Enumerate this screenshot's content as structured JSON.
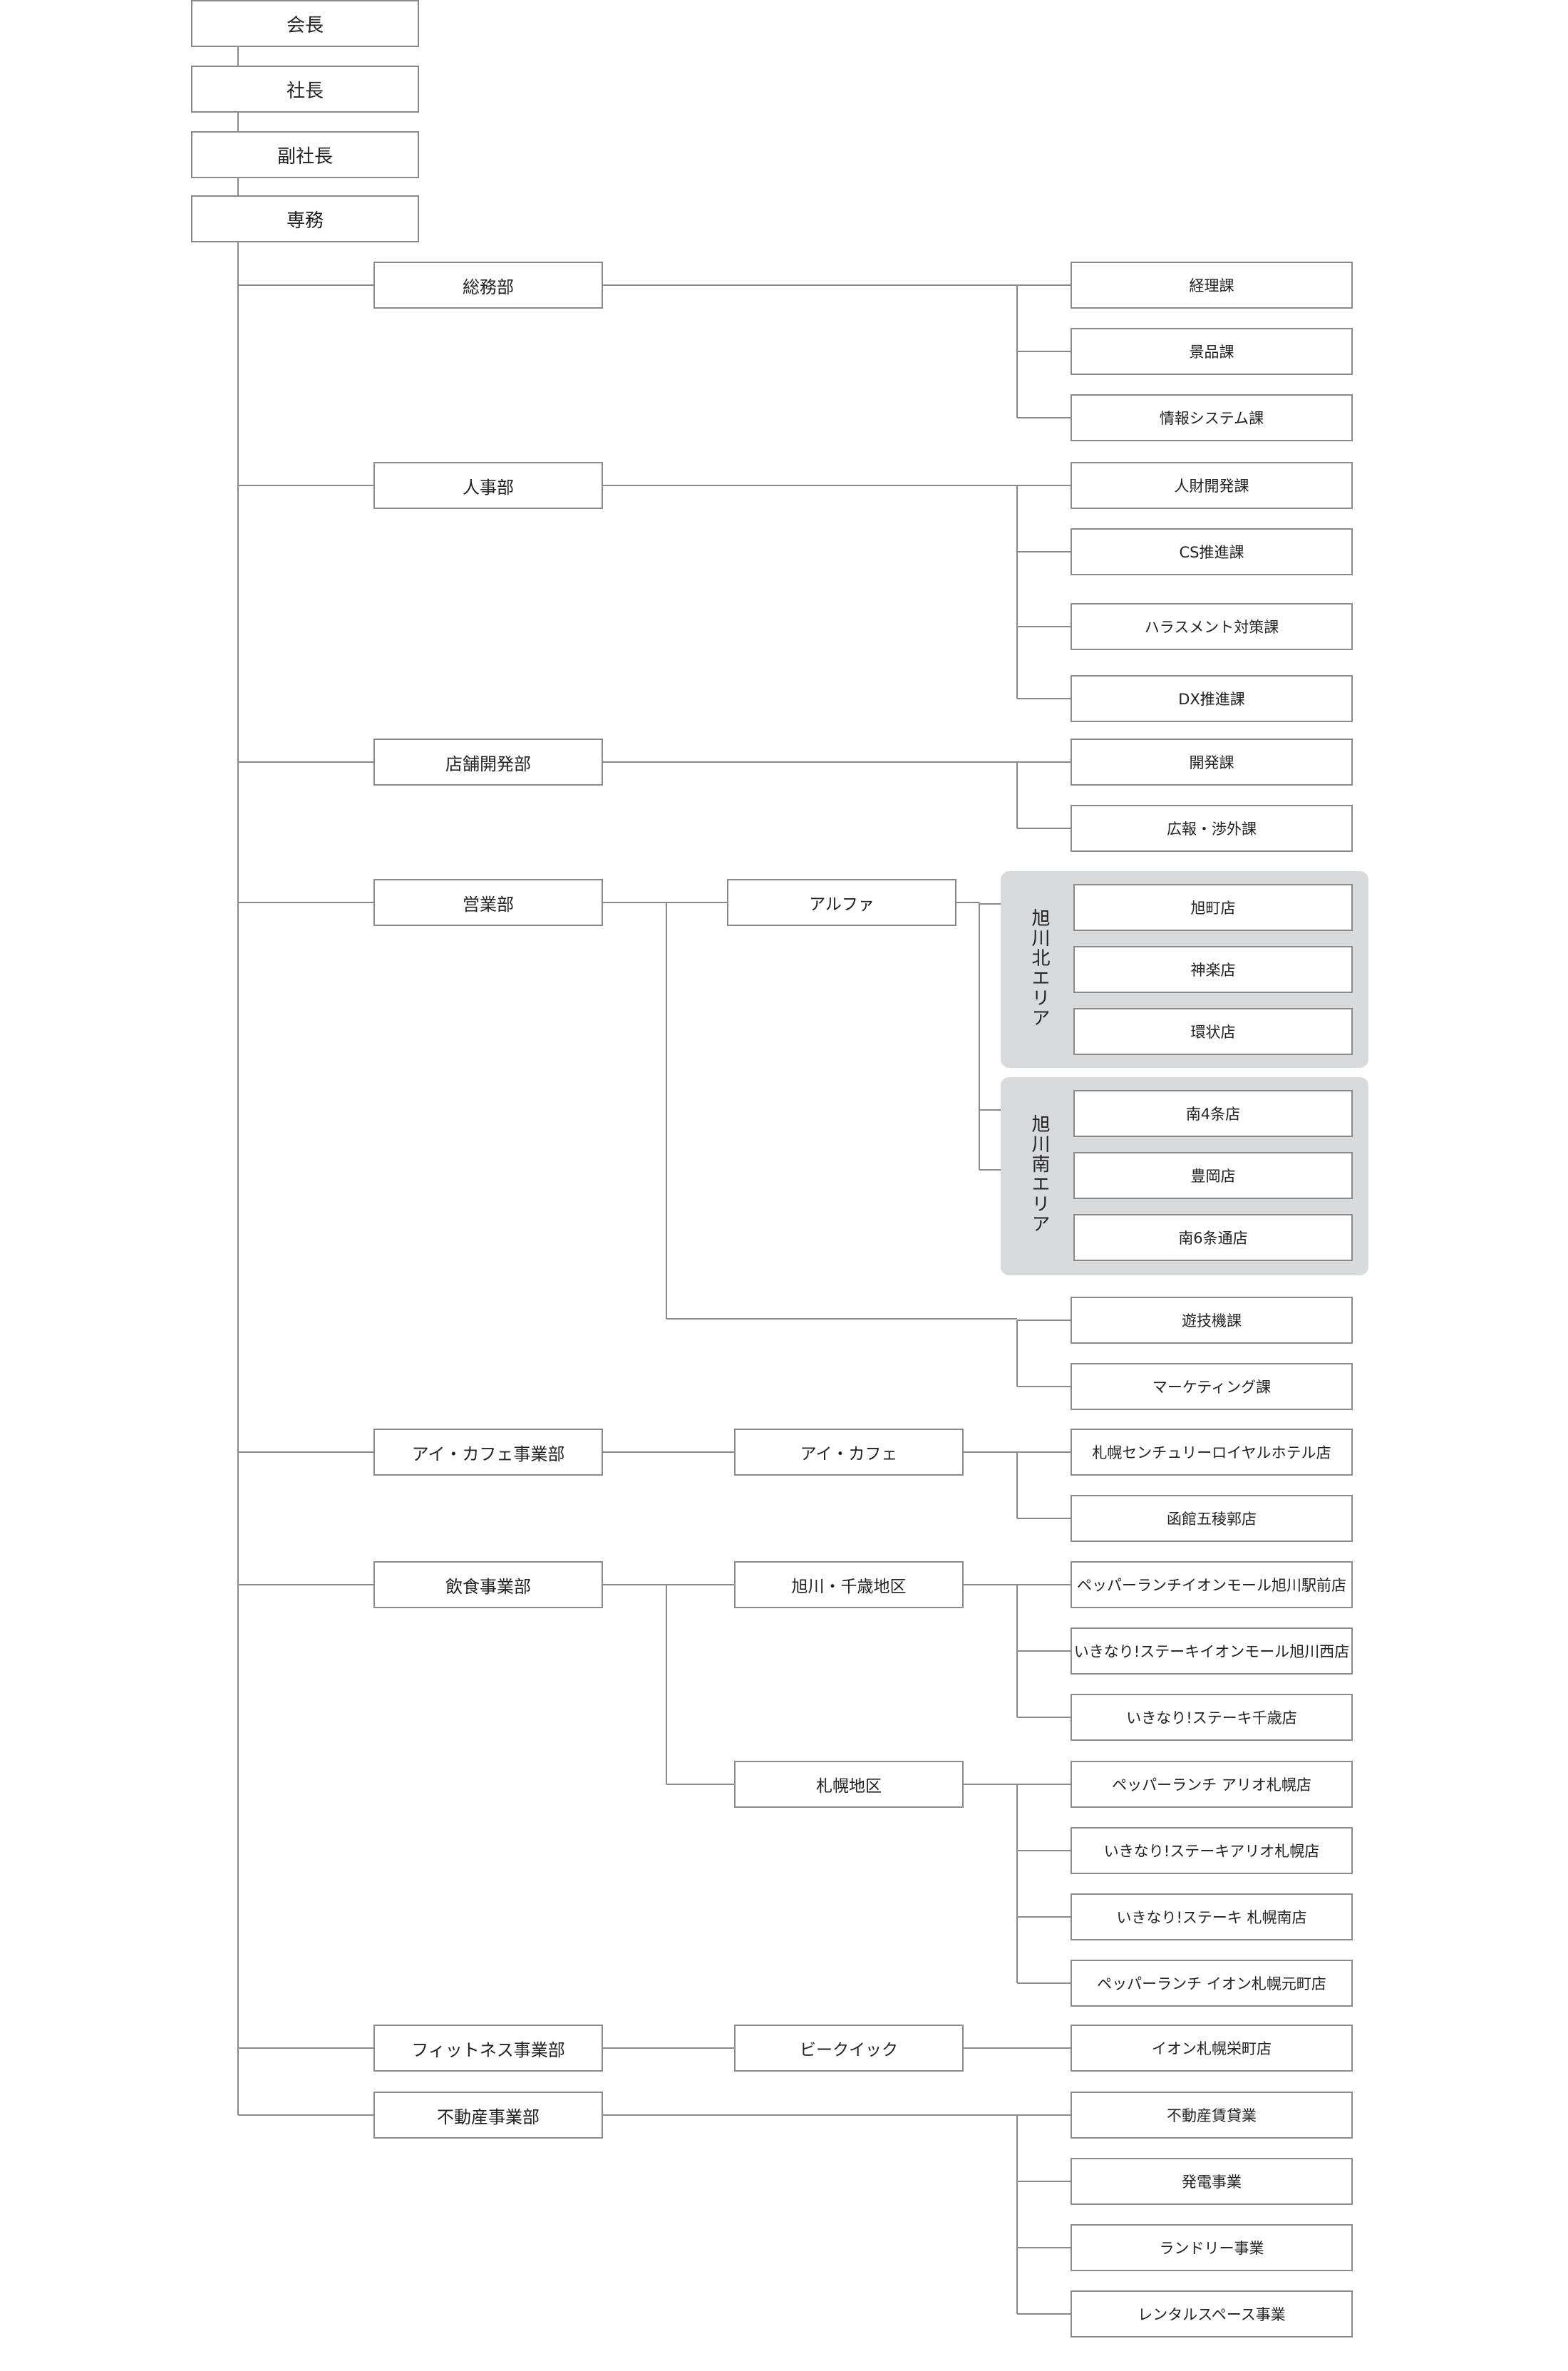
{
  "executives": [
    "会長",
    "社長",
    "副社長",
    "専務"
  ],
  "departments": [
    {
      "name": "総務部",
      "sections": [
        "経理課",
        "景品課",
        "情報システム課"
      ]
    },
    {
      "name": "人事部",
      "sections": [
        "人財開発課",
        "CS推進課",
        "ハラスメント対策課",
        "DX推進課"
      ]
    },
    {
      "name": "店舗開発部",
      "sections": [
        "開発課",
        "広報・渉外課"
      ]
    },
    {
      "name": "営業部",
      "brand": "アルファ",
      "areas": [
        {
          "label": "旭川北エリア",
          "stores": [
            "旭町店",
            "神楽店",
            "環状店"
          ]
        },
        {
          "label": "旭川南エリア",
          "stores": [
            "南4条店",
            "豊岡店",
            "南6条通店"
          ]
        }
      ],
      "sections": [
        "遊技機課",
        "マーケティング課"
      ]
    },
    {
      "name": "アイ・カフェ事業部",
      "brand": "アイ・カフェ",
      "stores": [
        "札幌センチュリーロイヤルホテル店",
        "函館五稜郭店"
      ]
    },
    {
      "name": "飲食事業部",
      "districts": [
        {
          "name": "旭川・千歳地区",
          "stores": [
            "ペッパーランチイオンモール旭川駅前店",
            "いきなり!ステーキイオンモール旭川西店",
            "いきなり!ステーキ千歳店"
          ]
        },
        {
          "name": "札幌地区",
          "stores": [
            "ペッパーランチ アリオ札幌店",
            "いきなり!ステーキアリオ札幌店",
            "いきなり!ステーキ 札幌南店",
            "ペッパーランチ イオン札幌元町店"
          ]
        }
      ]
    },
    {
      "name": "フィットネス事業部",
      "brand": "ビークイック",
      "stores": [
        "イオン札幌栄町店"
      ]
    },
    {
      "name": "不動産事業部",
      "sections": [
        "不動産賃貸業",
        "発電事業",
        "ランドリー事業",
        "レンタルスペース事業"
      ]
    }
  ]
}
